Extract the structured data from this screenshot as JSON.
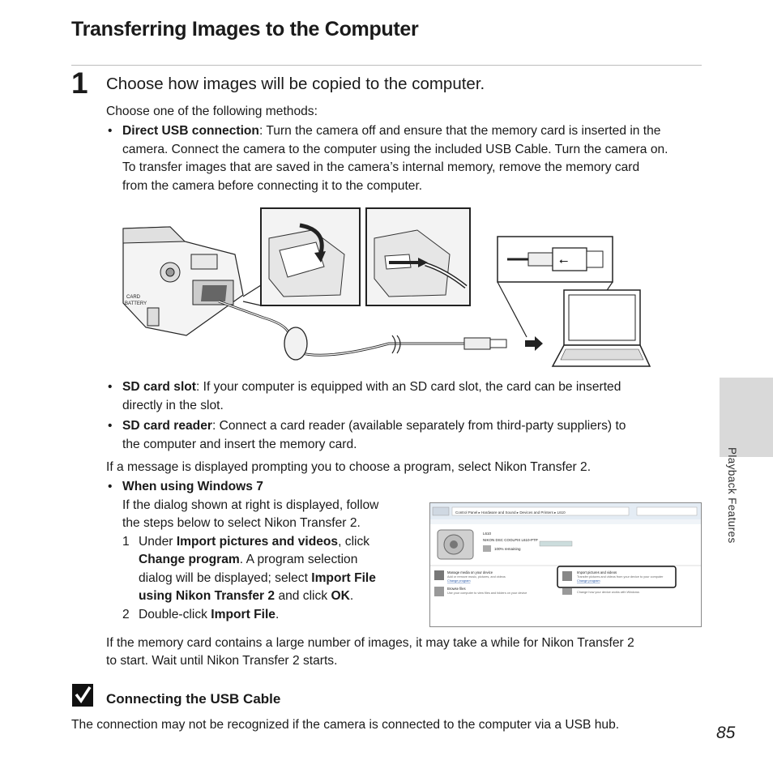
{
  "page_title": "Transferring Images to the Computer",
  "step": {
    "number": "1",
    "heading": "Choose how images will be copied to the computer.",
    "intro": "Choose one of the following methods:"
  },
  "direct_usb": {
    "bold": "Direct USB connection",
    "line1": ": Turn the camera off and ensure that the memory card is inserted in the",
    "line2": "camera. Connect the camera to the computer using the included USB Cable. Turn the camera on.",
    "line3": "To transfer images that are saved in the camera’s internal memory, remove the memory card",
    "line4": "from the camera before connecting it to the computer."
  },
  "sd_slot": {
    "bold": "SD card slot",
    "line1": ": If your computer is equipped with an SD card slot, the card can be inserted",
    "line2": "directly in the slot."
  },
  "sd_reader": {
    "bold": "SD card reader",
    "line1": ": Connect a card reader (available separately from third-party suppliers) to",
    "line2": "the computer and insert the memory card."
  },
  "program_msg": "If a message is displayed prompting you to choose a program, select Nikon Transfer 2.",
  "windows7": {
    "heading": "When using Windows 7",
    "line1": "If the dialog shown at right is displayed, follow",
    "line2": "the steps below to select Nikon Transfer 2.",
    "s1_num": "1",
    "s1_a": "Under ",
    "s1_b": "Import pictures and videos",
    "s1_c": ", click",
    "s1_d": "Change program",
    "s1_e": ". A program selection",
    "s1_f": "dialog will be displayed; select ",
    "s1_g": "Import File",
    "s1_h": "using Nikon Transfer 2",
    "s1_i": " and click ",
    "s1_j": "OK",
    "s1_k": ".",
    "s2_num": "2",
    "s2_a": "Double-click ",
    "s2_b": "Import File",
    "s2_c": "."
  },
  "large_msg_1": "If the memory card contains a large number of images, it may take a while for Nikon Transfer 2",
  "large_msg_2": "to start. Wait until Nikon Transfer 2 starts.",
  "note": {
    "title": "Connecting the USB Cable",
    "body": "The connection may not be recognized if the camera is connected to the computer via a USB hub."
  },
  "side_tab": "Playback Features",
  "page_number": "85",
  "camera_labels": {
    "card": "CARD",
    "battery": "BATTERY"
  },
  "dialog": {
    "breadcrumb": "Control Panel  ▸  Hardware and Sound  ▸  Devices and Printers  ▸  L610",
    "device_name": "L610",
    "device_model": "NIKON DSC COOLPIX L610-PTP",
    "remaining": "100% remaining",
    "manage_title": "Manage media on your device",
    "manage_desc": "Add or remove music, pictures, and videos",
    "manage_link": "Change program",
    "browse_title": "Browse files",
    "browse_desc": "Use your computer to view files and folders on your device",
    "import_title": "Import pictures and videos",
    "import_desc": "Transfer pictures and videos from your device to your computer",
    "import_link": "Change program",
    "change_desc": "Change how your device works with Windows"
  },
  "icons": [
    "camera-icon",
    "usb-symbol-icon",
    "arrow-right-icon",
    "laptop-icon",
    "note-check-icon"
  ]
}
